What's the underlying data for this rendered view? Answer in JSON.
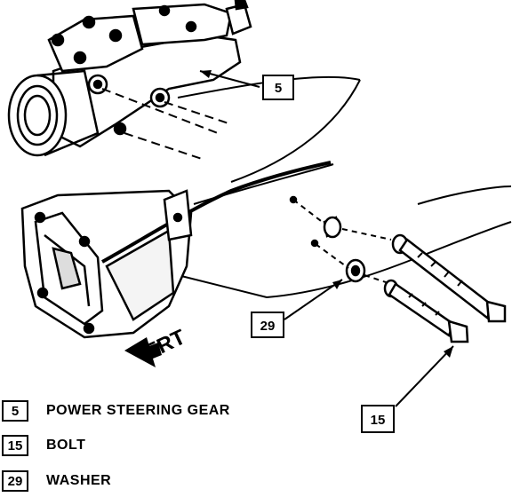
{
  "callouts": [
    {
      "number": "5"
    },
    {
      "number": "29"
    },
    {
      "number": "15"
    }
  ],
  "direction_label": "FRT",
  "legend": [
    {
      "number": "5",
      "text": "POWER STEERING GEAR"
    },
    {
      "number": "15",
      "text": "BOLT"
    },
    {
      "number": "29",
      "text": "WASHER"
    }
  ]
}
